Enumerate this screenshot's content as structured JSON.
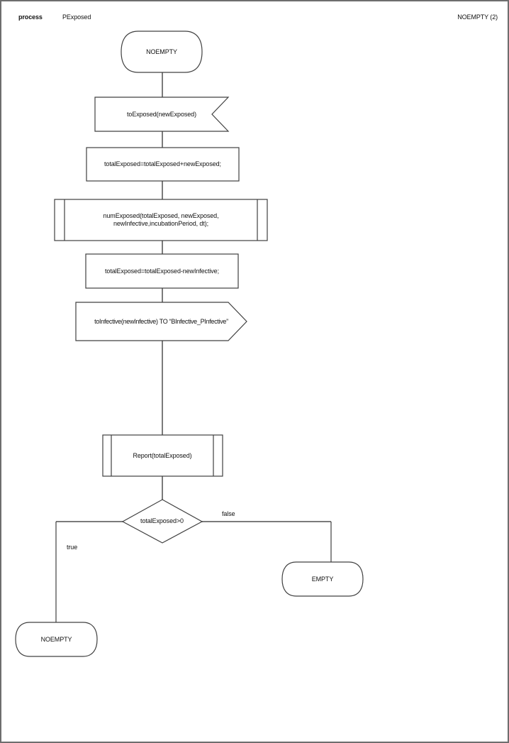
{
  "header": {
    "kind": "process",
    "process_name": "PExposed",
    "page_label": "NOEMPTY (2)"
  },
  "flowchart": {
    "start_state": {
      "type": "state",
      "label": "NOEMPTY"
    },
    "input_signal": {
      "type": "input-signal",
      "label": "toExposed(newExposed)"
    },
    "assign_add": {
      "type": "task",
      "label": "totalExposed=totalExposed+newExposed;"
    },
    "proc_num_exposed": {
      "type": "procedure-call",
      "line1": "numExposed(totalExposed, newExposed,",
      "line2": "newInfective,incubationPeriod, dt);"
    },
    "assign_sub": {
      "type": "task",
      "label": "totalExposed=totalExposed-newInfective;"
    },
    "output_signal": {
      "type": "output-signal",
      "label": "toInfective(newInfective) TO “BInfective_PInfective”"
    },
    "proc_report": {
      "type": "procedure-call",
      "label": "Report(totalExposed)"
    },
    "decision": {
      "type": "decision",
      "label": "totalExposed>0"
    },
    "branch_true": {
      "label": "true"
    },
    "branch_false": {
      "label": "false"
    },
    "empty_state": {
      "type": "state",
      "label": "EMPTY"
    },
    "noempty_state": {
      "type": "state",
      "label": "NOEMPTY"
    }
  },
  "colors": {
    "background": "#ffffff",
    "page_border": "#6e6e6e",
    "connector": "#7b7b7b",
    "shape_stroke": "#404040",
    "text": "#111111"
  }
}
